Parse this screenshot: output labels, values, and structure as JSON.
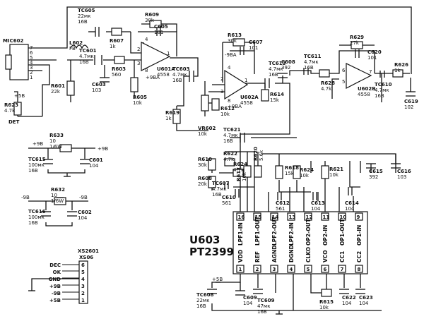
{
  "components": [
    {
      "id": "TC605",
      "value": "22мк\n16B"
    },
    {
      "id": "R609",
      "value": "30k"
    },
    {
      "id": "C605",
      "value": "101"
    },
    {
      "id": "R607",
      "value": "1k"
    },
    {
      "id": "U601A",
      "value": "4558"
    },
    {
      "id": "MIC602",
      "value": ""
    },
    {
      "id": "L602",
      "value": "FB"
    },
    {
      "id": "TC601",
      "value": "4.7мк\n16B"
    },
    {
      "id": "R603",
      "value": "560"
    },
    {
      "id": "R601",
      "value": "22k"
    },
    {
      "id": "C603",
      "value": "103"
    },
    {
      "id": "R605",
      "value": "10k"
    },
    {
      "id": "R623",
      "value": "4.7k"
    },
    {
      "id": "R613",
      "value": "30k"
    },
    {
      "id": "C607",
      "value": "101"
    },
    {
      "id": "TC603",
      "value": "4.7мк\n16B"
    },
    {
      "id": "U602A",
      "value": "4558"
    },
    {
      "id": "TC613",
      "value": "4.7мк\n16B"
    },
    {
      "id": "C608",
      "value": "392"
    },
    {
      "id": "R614",
      "value": "15k"
    },
    {
      "id": "R619",
      "value": "1k"
    },
    {
      "id": "R612",
      "value": "10k"
    },
    {
      "id": "VR602",
      "value": "10k"
    },
    {
      "id": "R629",
      "value": "27k"
    },
    {
      "id": "C620",
      "value": "101"
    },
    {
      "id": "TC611",
      "value": "4.7мк\n16B"
    },
    {
      "id": "R628",
      "value": "4.7k"
    },
    {
      "id": "U602B",
      "value": "4558"
    },
    {
      "id": "R626",
      "value": "1k"
    },
    {
      "id": "TC610",
      "value": "4.7мк\n16B"
    },
    {
      "id": "C619",
      "value": "102"
    },
    {
      "id": "R633",
      "value": "10\n1/6W"
    },
    {
      "id": "TC615",
      "value": "100мк\n16B"
    },
    {
      "id": "C601",
      "value": "104"
    },
    {
      "id": "R632",
      "value": "10\n1/6W"
    },
    {
      "id": "TC616",
      "value": "100мк\n16B"
    },
    {
      "id": "C602",
      "value": "104"
    },
    {
      "id": "TC621",
      "value": "4.7мк\n16B"
    },
    {
      "id": "R610",
      "value": "30k"
    },
    {
      "id": "R622",
      "value": "4.7k"
    },
    {
      "id": "R624",
      "value": "4.7k"
    },
    {
      "id": "R617",
      "value": "10k"
    },
    {
      "id": "R620",
      "value": "5.6k"
    },
    {
      "id": "R618",
      "value": "15k"
    },
    {
      "id": "R608",
      "value": "20k"
    },
    {
      "id": "TC607",
      "value": "4.7мк\n16B"
    },
    {
      "id": "C610",
      "value": "561"
    },
    {
      "id": "C612",
      "value": "561"
    },
    {
      "id": "R624b",
      "value": "10k"
    },
    {
      "id": "C613",
      "value": "104"
    },
    {
      "id": "R621",
      "value": "10k"
    },
    {
      "id": "C614",
      "value": "104"
    },
    {
      "id": "C615",
      "value": "392"
    },
    {
      "id": "C616",
      "value": "103"
    },
    {
      "id": "TC608",
      "value": "22мк\n16B"
    },
    {
      "id": "C609",
      "value": "104"
    },
    {
      "id": "TC609",
      "value": "47мк\n16B"
    },
    {
      "id": "R615",
      "value": "10k"
    },
    {
      "id": "C622",
      "value": "104"
    },
    {
      "id": "C623",
      "value": "104"
    }
  ],
  "labels": {
    "pin_8": "8",
    "pin_4": "4",
    "pin_1": "1",
    "pin_2": "2",
    "pin_3": "3",
    "pin_5": "5",
    "pin_6": "6",
    "pin_7": "7",
    "plus9ba": "+9BA",
    "minus9ba": "-9BA",
    "det": "DET",
    "plus5v": "+5B",
    "plus9v": "+9B",
    "minus9v": "-9B"
  },
  "mic_pins": [
    "7",
    "6",
    "5",
    "4",
    "3",
    "2",
    "1"
  ],
  "ic": {
    "ref": "U603",
    "part": "PT2399",
    "top_pins": [
      {
        "num": "16",
        "name": "LPF1-IN"
      },
      {
        "num": "15",
        "name": "LPF1-OUT"
      },
      {
        "num": "14",
        "name": "LPF2-OUT"
      },
      {
        "num": "13",
        "name": "LPF2-IN"
      },
      {
        "num": "12",
        "name": "OP2-OUT"
      },
      {
        "num": "11",
        "name": "OP2-IN"
      },
      {
        "num": "10",
        "name": "OP1-OUT"
      },
      {
        "num": "9",
        "name": "OP1-IN"
      }
    ],
    "bottom_pins": [
      {
        "num": "1",
        "name": "VDD"
      },
      {
        "num": "2",
        "name": "REF"
      },
      {
        "num": "3",
        "name": "AGND"
      },
      {
        "num": "4",
        "name": "DGND"
      },
      {
        "num": "5",
        "name": "CLKO"
      },
      {
        "num": "6",
        "name": "VCO"
      },
      {
        "num": "7",
        "name": "CC1"
      },
      {
        "num": "8",
        "name": "CC2"
      }
    ]
  },
  "connector": {
    "ref": "XS2601",
    "type": "XS06",
    "pins": [
      {
        "num": "6",
        "name": "DEC"
      },
      {
        "num": "5",
        "name": "OK"
      },
      {
        "num": "4",
        "name": "GND"
      },
      {
        "num": "3",
        "name": "+9B"
      },
      {
        "num": "2",
        "name": "-9B"
      },
      {
        "num": "1",
        "name": "+5B"
      }
    ]
  }
}
